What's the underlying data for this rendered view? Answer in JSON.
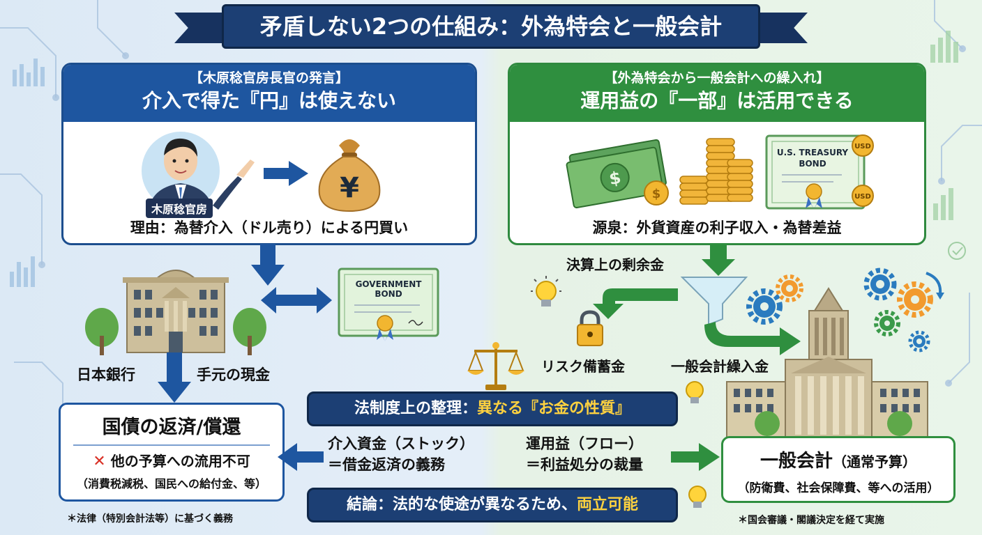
{
  "title": "矛盾しない2つの仕組み：外為特会と一般会計",
  "left_panel": {
    "header_small": "【木原稔官房長官の発言】",
    "header_main": "介入で得た『円』は使えない",
    "person_label": "木原稔官房",
    "reason": "理由：為替介入（ドル売り）による円買い"
  },
  "right_panel": {
    "header_small": "【外為特会から一般会計への繰入れ】",
    "header_main": "運用益の『一部』は活用できる",
    "source": "源泉：外貨資産の利子収入・為替差益"
  },
  "boj_label": "日本銀行",
  "cash_label": "手元の現金",
  "gov_bond": {
    "line1": "GOVERNMENT",
    "line2": "BOND"
  },
  "us_bond": {
    "line1": "U.S. TREASURY",
    "line2": "BOND",
    "coin": "USD"
  },
  "yen_symbol": "¥",
  "dollar_symbol": "$",
  "surplus_label": "決算上の剰余金",
  "risk_reserve": "リスク備蓄金",
  "general_transfer": "一般会計繰入金",
  "legal_box": {
    "prefix": "法制度上の整理：",
    "highlight": "異なる『お金の性質』"
  },
  "intervention_funds": {
    "line1": "介入資金（ストック）",
    "line2": "＝借金返済の義務"
  },
  "investment_income": {
    "line1": "運用益（フロー）",
    "line2": "＝利益処分の裁量"
  },
  "repayment_box": {
    "title": "国債の返済/償還",
    "no_divert": "他の予算への流用不可",
    "examples": "（消費税減税、国民への給付金、等）"
  },
  "left_note": "＊法律（特別会計法等）に基づく義務",
  "general_account_box": {
    "title": "一般会計",
    "title_suffix": "（通常予算）",
    "usage": "（防衛費、社会保障費、等への活用）"
  },
  "right_note": "＊国会審議・閣議決定を経て実施",
  "conclusion": {
    "prefix": "結論：法的な使途が異なるため、",
    "highlight": "両立可能"
  },
  "colors": {
    "navy": "#1c3f74",
    "blue_header": "#1e56a0",
    "green_header": "#2f8f3f",
    "highlight_yellow": "#ffd23f",
    "cross_red": "#d93025"
  }
}
